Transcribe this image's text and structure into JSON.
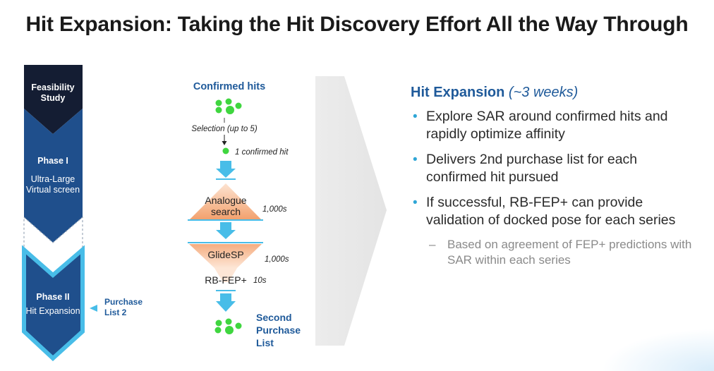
{
  "title": "Hit Expansion: Taking the Hit Discovery Effort All the Way Through",
  "phases": {
    "feasibility": "Feasibility Study",
    "phase1_title": "Phase I",
    "phase1_line1": "Ultra-Large",
    "phase1_line2": "Virtual screen",
    "phase2_title": "Phase II",
    "phase2_sub": "Hit Expansion",
    "purchase_line1": "Purchase",
    "purchase_line2": "List 2"
  },
  "workflow": {
    "confirmed_hits": "Confirmed hits",
    "selection": "Selection (up to 5)",
    "one_confirmed_hit": "1 confirmed hit",
    "analogue_line1": "Analogue",
    "analogue_line2": "search",
    "analogue_count": "1,000s",
    "glidesp": "GlideSP",
    "glidesp_count": "1,000s",
    "rbfep": "RB-FEP+",
    "rbfep_count": "10s",
    "second_line1": "Second",
    "second_line2": "Purchase",
    "second_line3": "List"
  },
  "right": {
    "heading": "Hit Expansion",
    "duration": "(~3 weeks)",
    "bullets": [
      "Explore SAR around confirmed hits and rapidly optimize affinity",
      "Delivers 2nd purchase list for each confirmed hit pursued",
      "If successful, RB-FEP+ can provide validation of docked pose for each series"
    ],
    "subbullet": "Based on agreement of FEP+ predictions with SAR within each series"
  },
  "colors": {
    "dark_navy": "#141d33",
    "phase_blue": "#1f4f8c",
    "accent_cyan": "#48bde8",
    "funnel_orange": "#f4a97a",
    "dot_green": "#3fd63f",
    "label_blue": "#1f5a9a"
  }
}
